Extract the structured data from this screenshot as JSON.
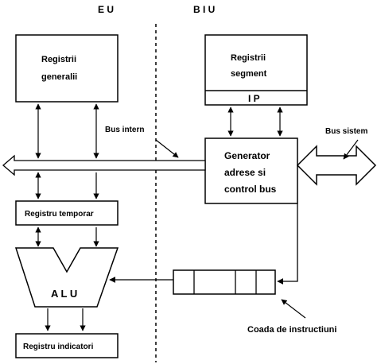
{
  "sections": {
    "eu": "E U",
    "biu": "B I U"
  },
  "boxes": {
    "registri_generali": [
      "Registrii",
      "generalii"
    ],
    "registri_segment": [
      "Registrii",
      "segment"
    ],
    "ip": "I P",
    "generator": [
      "Generator",
      "adrese si",
      "control bus"
    ],
    "registru_temporar": "Registru temporar",
    "alu": "A L U",
    "registru_indicatori": "Registru indicatori"
  },
  "labels": {
    "bus_intern": "Bus intern",
    "bus_sistem": "Bus sistem",
    "coada": "Coada de instructiuni"
  },
  "colors": {
    "ink": "#000000",
    "background": "#ffffff"
  }
}
